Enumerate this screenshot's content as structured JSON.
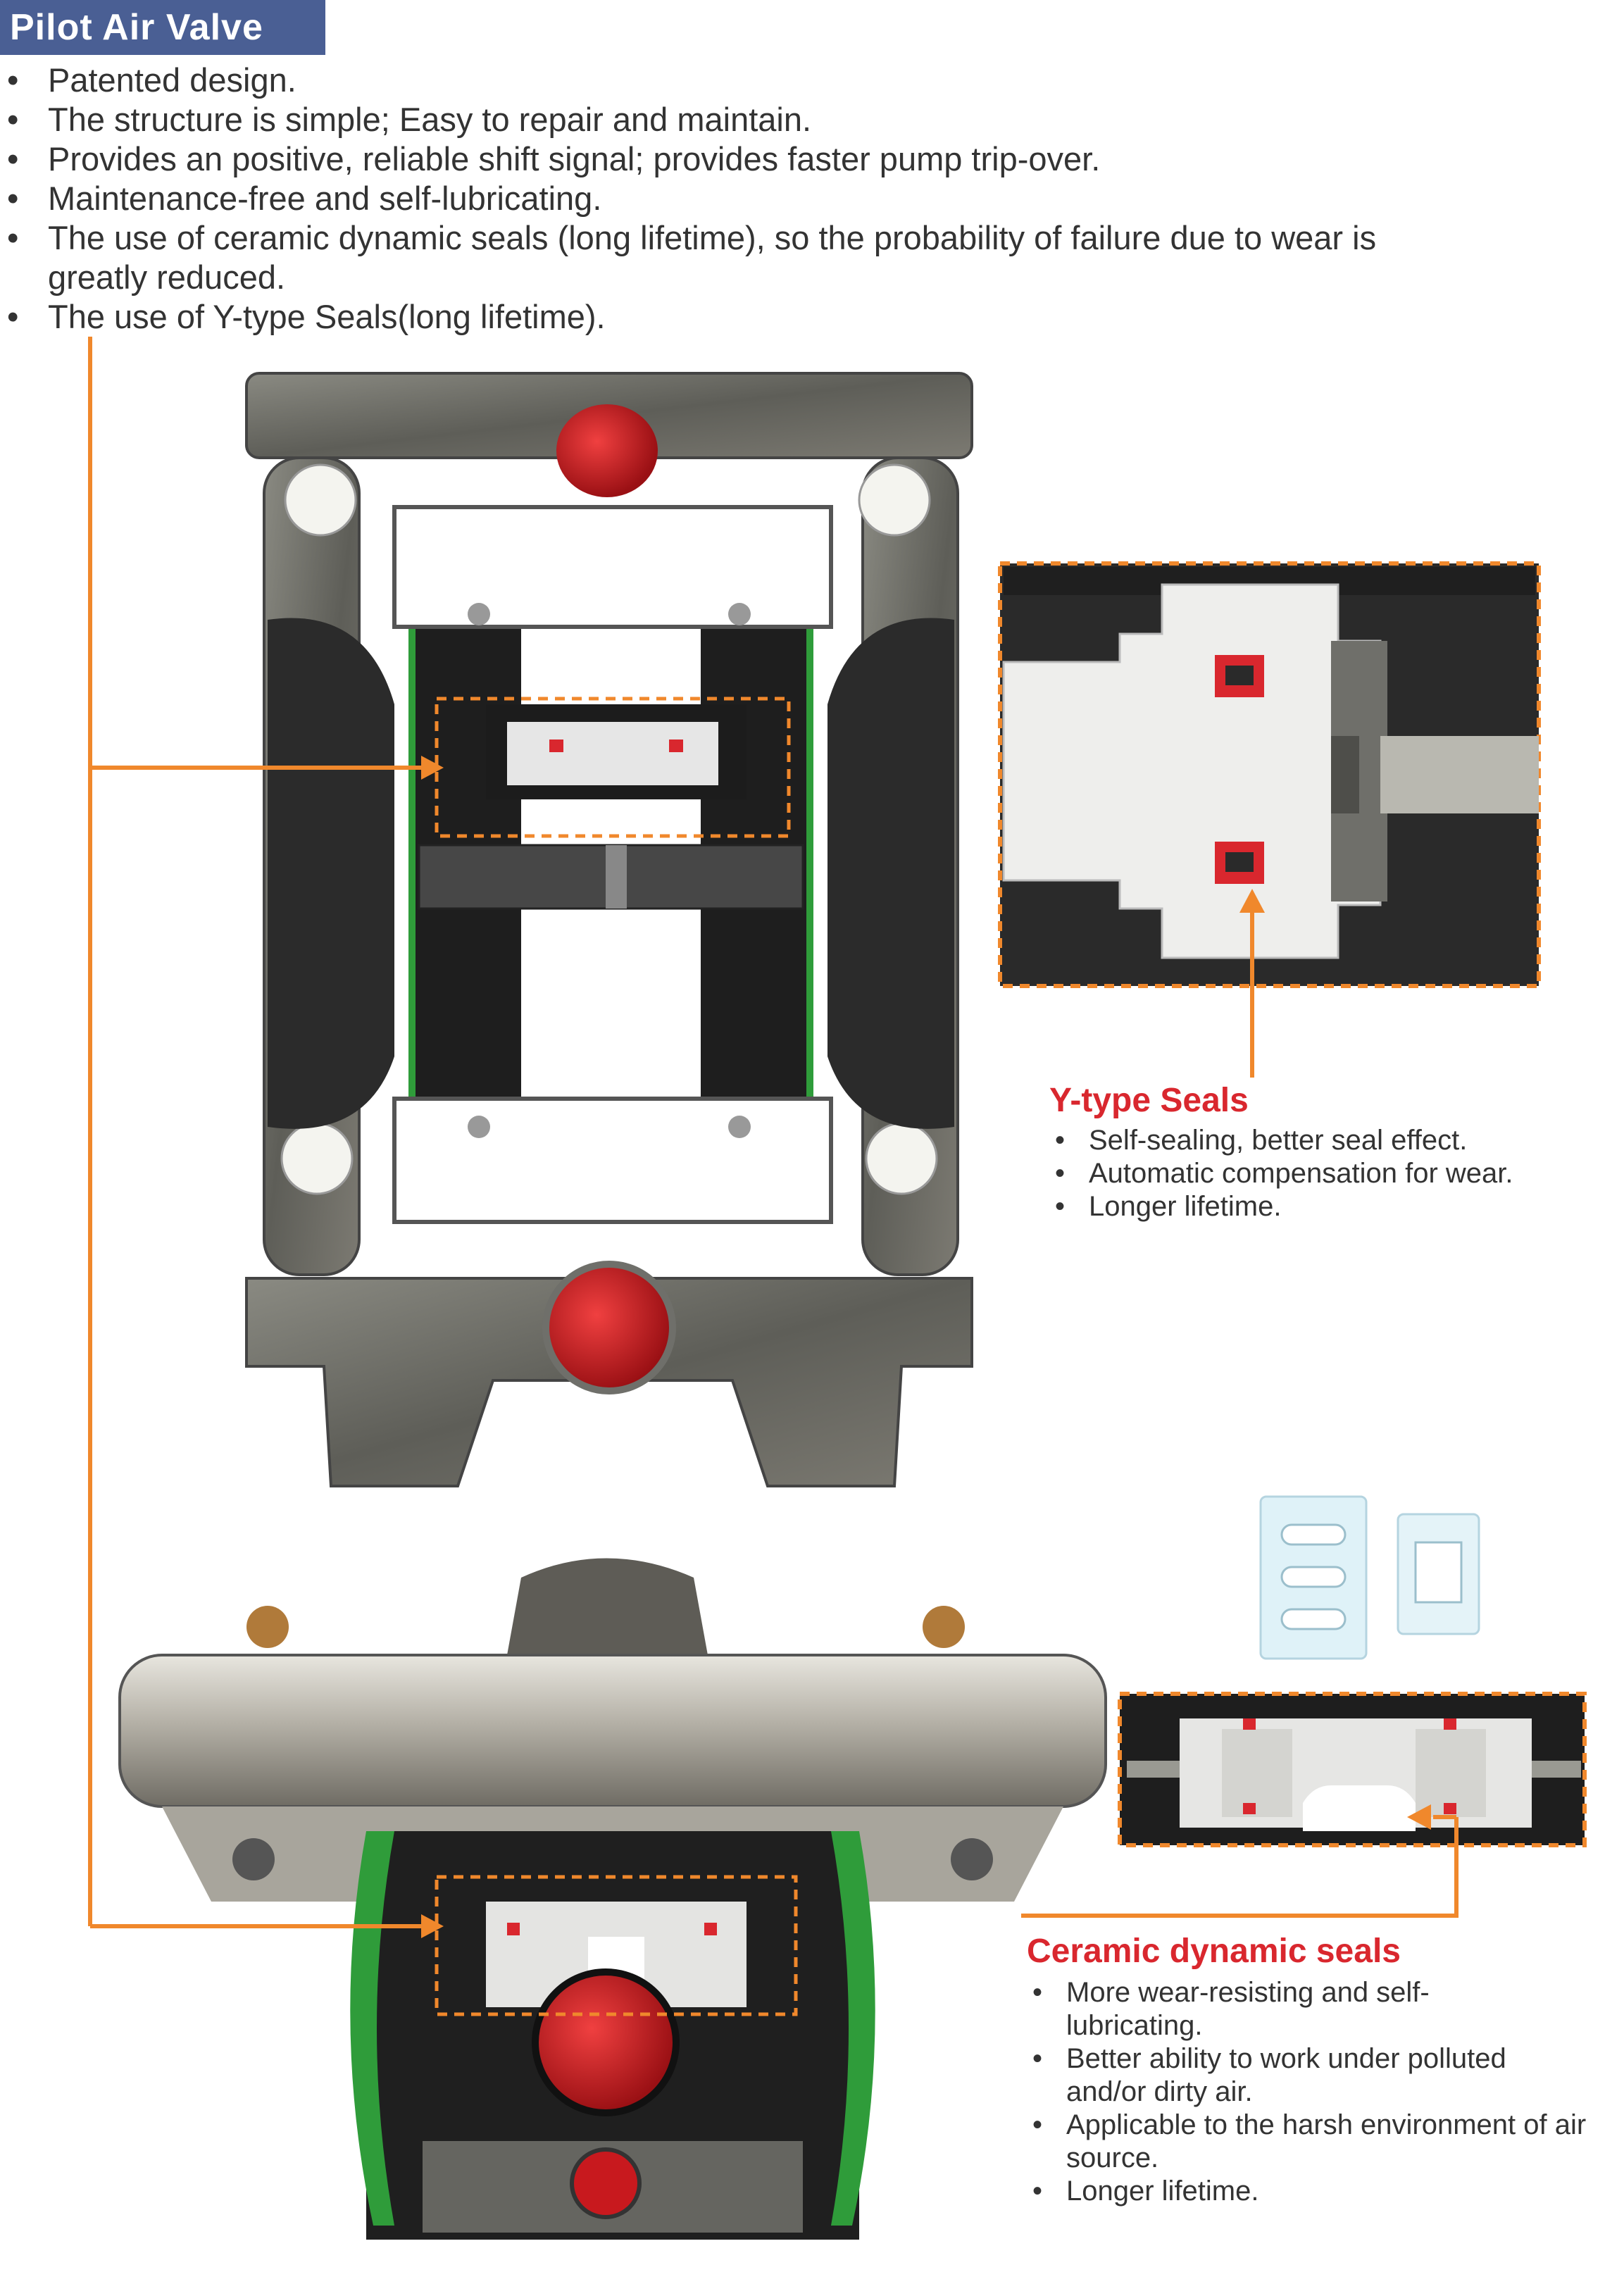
{
  "header": {
    "title": "Pilot Air Valve"
  },
  "features": [
    "Patented design.",
    "The structure is simple; Easy to repair and maintain.",
    "Provides an positive, reliable shift signal; provides faster pump trip-over.",
    "Maintenance-free and self-lubricating.",
    "The use of ceramic dynamic seals (long lifetime), so the probability of failure due to wear is greatly reduced.",
    "The use of Y-type Seals(long lifetime)."
  ],
  "y_seals": {
    "title": "Y-type Seals",
    "items": [
      "Self-sealing, better seal effect.",
      "Automatic compensation for wear.",
      "Longer  lifetime."
    ]
  },
  "ceramic_seals": {
    "title": "Ceramic dynamic seals",
    "items": [
      "More wear-resisting and self-lubricating.",
      "Better ability to work under polluted and/or dirty air.",
      "Applicable to the harsh environment of air source.",
      "Longer lifetime."
    ]
  },
  "colors": {
    "accent_orange": "#f0882c",
    "title_red": "#d9272e",
    "header_blue": "#4a5f94",
    "diaphragm_green": "#2f9c3a",
    "port_red": "#c8191e"
  }
}
